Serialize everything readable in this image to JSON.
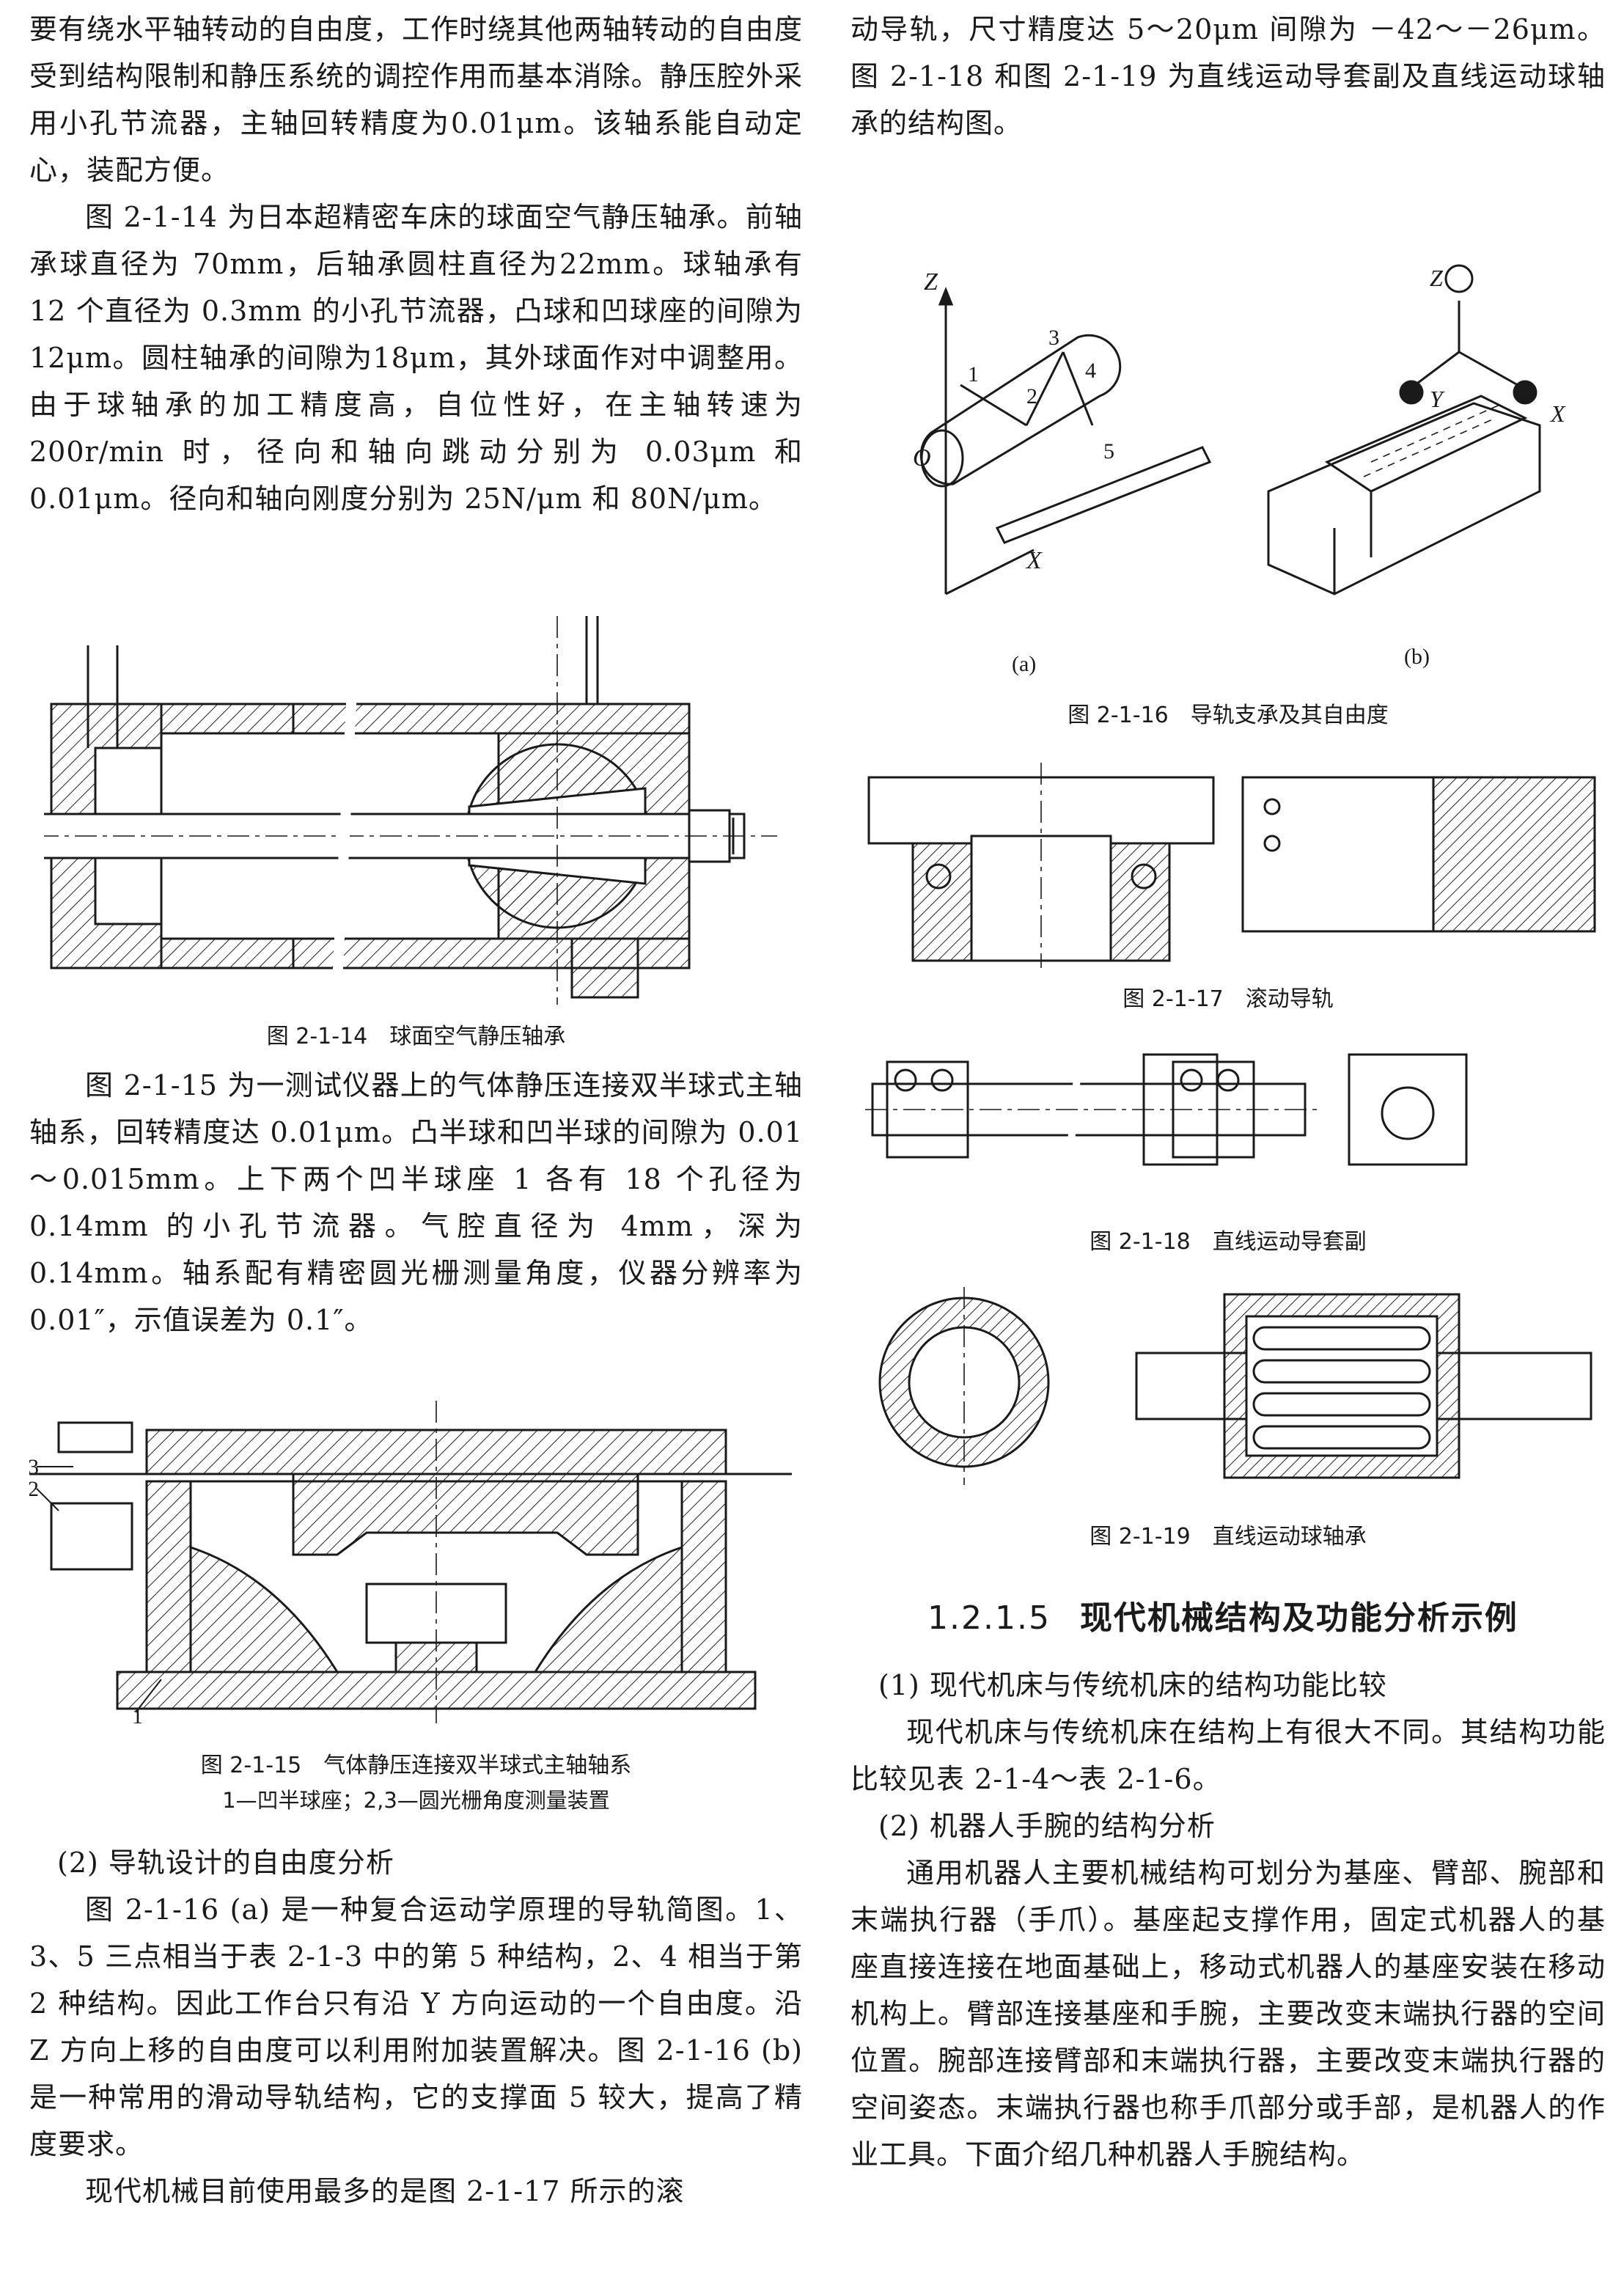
{
  "left": {
    "p1": "要有绕水平轴转动的自由度，工作时绕其他两轴转动的自由度受到结构限制和静压系统的调控作用而基本消除。静压腔外采用小孔节流器，主轴回转精度为0.01μm。该轴系能自动定心，装配方便。",
    "p2": "图 2-1-14 为日本超精密车床的球面空气静压轴承。前轴承球直径为 70mm，后轴承圆柱直径为22mm。球轴承有 12 个直径为 0.3mm 的小孔节流器，凸球和凹球座的间隙为 12μm。圆柱轴承的间隙为18μm，其外球面作对中调整用。由于球轴承的加工精度高，自位性好，在主轴转速为 200r/min 时，径向和轴向跳动分别为 0.03μm 和 0.01μm。径向和轴向刚度分别为 25N/μm 和 80N/μm。",
    "fig14_caption": "图 2-1-14　球面空气静压轴承",
    "p3": "图 2-1-15 为一测试仪器上的气体静压连接双半球式主轴轴系，回转精度达 0.01μm。凸半球和凹半球的间隙为 0.01～0.015mm。上下两个凹半球座 1 各有 18 个孔径为 0.14mm 的小孔节流器。气腔直径为 4mm，深为 0.14mm。轴系配有精密圆光栅测量角度，仪器分辨率为 0.01″，示值误差为 0.1″。",
    "fig15_labels": [
      "3",
      "2",
      "1"
    ],
    "fig15_caption": "图 2-1-15　气体静压连接双半球式主轴轴系",
    "fig15_note": "1—凹半球座；2,3—圆光栅角度测量装置",
    "sec2": "(2) 导轨设计的自由度分析",
    "p4": "图 2-1-16 (a) 是一种复合运动学原理的导轨简图。1、3、5 三点相当于表 2-1-3 中的第 5 种结构，2、4 相当于第 2 种结构。因此工作台只有沿 Y 方向运动的一个自由度。沿 Z 方向上移的自由度可以利用附加装置解决。图 2-1-16 (b) 是一种常用的滑动导轨结构，它的支撑面 5 较大，提高了精度要求。",
    "p5": "现代机械目前使用最多的是图 2-1-17 所示的滚"
  },
  "right": {
    "p1": "动导轨，尺寸精度达 5～20μm 间隙为 －42～－26μm。图 2-1-18 和图 2-1-19 为直线运动导套副及直线运动球轴承的结构图。",
    "fig16_labels": {
      "z": "Z",
      "x": "X",
      "o": "O",
      "n1": "1",
      "n2": "2",
      "n3": "3",
      "n4": "4",
      "n5": "5",
      "a": "(a)",
      "b": "(b)",
      "axz": "Z",
      "axy": "Y",
      "axx": "X"
    },
    "fig16_caption": "图 2-1-16　导轨支承及其自由度",
    "fig17_caption": "图 2-1-17　滚动导轨",
    "fig18_caption": "图 2-1-18　直线运动导套副",
    "fig19_caption": "图 2-1-19　直线运动球轴承",
    "heading_num": "1.2.1.5",
    "heading_text": "现代机械结构及功能分析示例",
    "sec1": "(1) 现代机床与传统机床的结构功能比较",
    "p2": "现代机床与传统机床在结构上有很大不同。其结构功能比较见表 2-1-4～表 2-1-6。",
    "sec2": "(2) 机器人手腕的结构分析",
    "p3": "通用机器人主要机械结构可划分为基座、臂部、腕部和末端执行器（手爪）。基座起支撑作用，固定式机器人的基座直接连接在地面基础上，移动式机器人的基座安装在移动机构上。臂部连接基座和手腕，主要改变末端执行器的空间位置。腕部连接臂部和末端执行器，主要改变末端执行器的空间姿态。末端执行器也称手爪部分或手部，是机器人的作业工具。下面介绍几种机器人手腕结构。"
  }
}
